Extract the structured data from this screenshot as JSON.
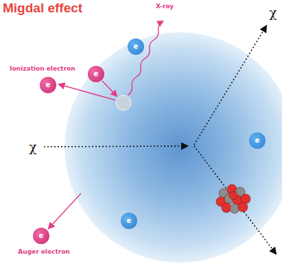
{
  "diagram": {
    "title": "Migdal effect",
    "nodes": [
      {
        "text": [
          "e"
        ]
      },
      {
        "text": [
          "e"
        ]
      },
      {
        "text": [
          "e"
        ]
      },
      {
        "text": [
          "e"
        ]
      },
      {
        "text": [
          "e"
        ]
      },
      {
        "text": [
          "e"
        ]
      }
    ],
    "labels": [
      "X-ray",
      "Ionization electron",
      "Auger electron",
      "χ",
      "χ"
    ]
  }
}
